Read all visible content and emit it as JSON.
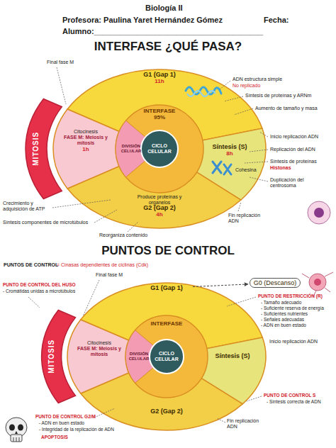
{
  "diagram": {
    "title": "INTERFASE ¿QUÉ PASA?",
    "nodes": [
      {
        "text": [
          "G1 (Gap 1)",
          "11h"
        ]
      },
      {
        "text": [
          "Síntesis (S)",
          "8h"
        ]
      },
      {
        "text": [
          "G2 (Gap 2)",
          "4h"
        ]
      },
      {
        "text": [
          "MITOSIS"
        ]
      },
      {
        "text": [
          "Citocinesis",
          "FASE M: Meiosis y mitosis",
          "1h"
        ]
      },
      {
        "text": [
          "INTERFASE 95%"
        ]
      },
      {
        "text": [
          "DIVISIÓN CELULAR"
        ]
      },
      {
        "text": [
          "CICLO CELULAR"
        ]
      },
      {
        "text": [
          "G1 (Gap 1)"
        ]
      },
      {
        "text": [
          "Síntesis (S)"
        ]
      },
      {
        "text": [
          "G2 (Gap 2)"
        ]
      },
      {
        "text": [
          "MITOSIS"
        ]
      },
      {
        "text": [
          "Citocinesis",
          "FASE M: Meiosis y mitosis"
        ]
      },
      {
        "text": [
          "INTERFASE"
        ]
      },
      {
        "text": [
          "DIVISIÓN CELULAR"
        ]
      },
      {
        "text": [
          "CICLO CELULAR"
        ]
      },
      {
        "text": [
          "G0 (Descanso)"
        ]
      }
    ],
    "edges": [
      {
        "from": 8,
        "to": 16,
        "arrow": "to"
      }
    ],
    "labels": [
      "Biología II",
      "Profesora: Paulina Yaret Hernández Gómez",
      "Fecha:",
      "Alumno:_______________________________________",
      "Final fase M",
      "ADN estructura simple",
      "No replicado",
      "Síntesis de proteínas y ARNm",
      "Aumento de tamaño y masa",
      "Cohesina",
      "Inicio replicación ADN",
      "Replicación del ADN",
      "Síntesis de proteínas",
      "Histonas",
      "Duplicación del centrosoma",
      "Crecimiento y adquisición de ATP",
      "Síntesis componentes de microtúbulos",
      "Produce proteínas y organelos",
      "Reorganiza contenido",
      "Fin replicación ADN",
      "PUNTOS DE CONTROL",
      "PUNTOS DE CONTROL",
      "= Cinasas dependientes de ciclinas (Cdk)",
      "Final fase M",
      "PUNTO DE RESTRICCIÓN (R)",
      "- Tamaño adecuado",
      "- Suficiente reserva de energía",
      "- Suficientes nutrientes",
      "- Señales adecuadas",
      "- ADN en buen estado",
      "PUNTO DE CONTROL DEL HUSO",
      "- Cromátidas unidas a microtúbulos",
      "Inicio replicación ADN",
      "PUNTO DE CONTROL S",
      "- Síntesis correcta de ADN",
      "PUNTO DE CONTROL G2/M",
      "- ADN en buen estado",
      "- Integridad de la replicación de ADN",
      "APOPTOSIS",
      "Fin replicación ADN"
    ]
  }
}
